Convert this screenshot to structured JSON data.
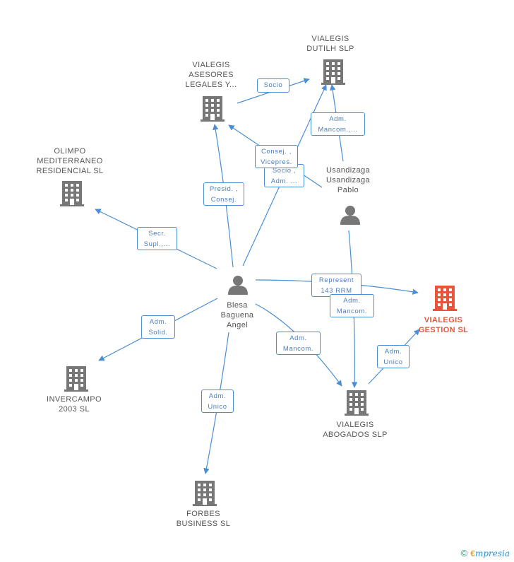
{
  "colors": {
    "edge": "#4a8ed6",
    "building": "#777777",
    "focus": "#e8553a",
    "person": "#777777"
  },
  "nodes": [
    {
      "id": "vialegis-dutilh",
      "type": "company-icon",
      "label": "VIALEGIS\nDUTILH SLP",
      "focus": false
    },
    {
      "id": "vialegis-asesores",
      "type": "company-icon",
      "label": "VIALEGIS\nASESORES\nLEGALES Y...",
      "focus": false
    },
    {
      "id": "olimpo",
      "type": "company-icon",
      "label": "OLIMPO\nMEDITERRANEO\nRESIDENCIAL SL",
      "focus": false
    },
    {
      "id": "usandizaga",
      "type": "person-icon",
      "label": "Usandizaga\nUsandizaga\nPablo",
      "focus": false
    },
    {
      "id": "blesa",
      "type": "person-icon",
      "label": "Blesa\nBaguena\nAngel",
      "focus": false
    },
    {
      "id": "vialegis-gestion",
      "type": "company-icon",
      "label": "VIALEGIS\nGESTION SL",
      "focus": true
    },
    {
      "id": "invercampo",
      "type": "company-icon",
      "label": "INVERCAMPO\n2003 SL",
      "focus": false
    },
    {
      "id": "vialegis-abogados",
      "type": "company-icon",
      "label": "VIALEGIS\nABOGADOS SLP",
      "focus": false
    },
    {
      "id": "forbes",
      "type": "company-icon",
      "label": "FORBES\nBUSINESS SL",
      "focus": false
    }
  ],
  "edges": [
    {
      "id": "e-socio",
      "label": "Socio"
    },
    {
      "id": "e-adm-mancom-top",
      "label": "Adm.\nMancom.,..."
    },
    {
      "id": "e-consej-vicepres",
      "label": "Consej. ,\nVicepres."
    },
    {
      "id": "e-socio-adm",
      "label": "Socio ,\nAdm. ..."
    },
    {
      "id": "e-presid-consej",
      "label": "Presid. ,\nConsej."
    },
    {
      "id": "e-secr-supl",
      "label": "Secr.\nSupl.,..."
    },
    {
      "id": "e-represent",
      "label": "Represent\n143 RRM"
    },
    {
      "id": "e-adm-mancom-right",
      "label": "Adm.\nMancom."
    },
    {
      "id": "e-adm-solid",
      "label": "Adm.\nSolid."
    },
    {
      "id": "e-adm-mancom-mid",
      "label": "Adm.\nMancom."
    },
    {
      "id": "e-adm-unico-right",
      "label": "Adm.\nUnico"
    },
    {
      "id": "e-adm-unico-bottom",
      "label": "Adm.\nUnico"
    }
  ],
  "footer": {
    "copyright": "©",
    "brand_first": "€",
    "brand_rest": "mpresia"
  }
}
